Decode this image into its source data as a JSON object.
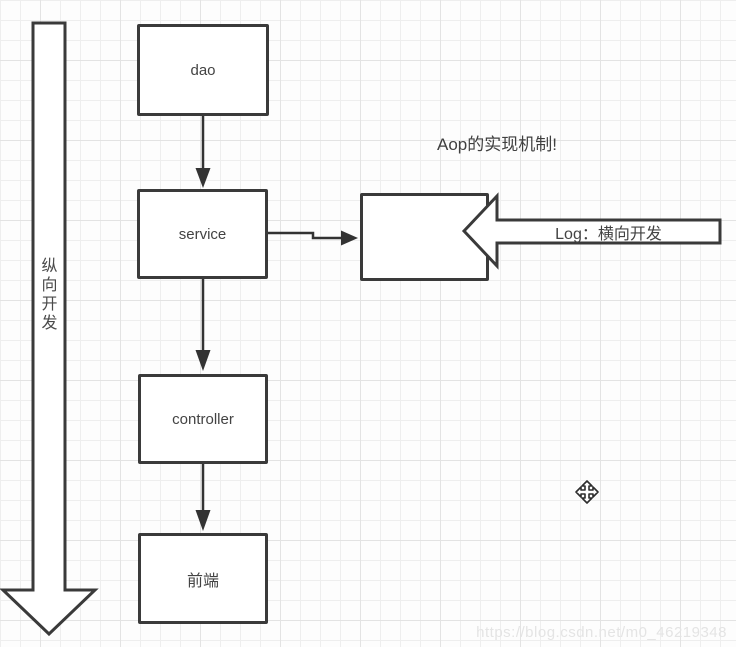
{
  "note": {
    "text": "Aop的实现机制!"
  },
  "nodes": [
    {
      "id": "dao",
      "label": "dao"
    },
    {
      "id": "service",
      "label": "service"
    },
    {
      "id": "controller",
      "label": "controller"
    },
    {
      "id": "frontend",
      "label": "前端"
    },
    {
      "id": "aop-target",
      "label": ""
    }
  ],
  "arrows": {
    "vertical_label": "纵向开发",
    "log_label": "Log：横向开发"
  },
  "watermark": {
    "text": "https://blog.csdn.net/m0_46219348"
  },
  "icons": {
    "cursor": "move-cursor-icon"
  },
  "colors": {
    "stroke": "#3a3a3a",
    "connector": "#333333",
    "text": "#434343",
    "canvas_bg": "#fdfdfd",
    "grid_minor": "#eeeeee",
    "grid_major": "#e3e3e3",
    "shape_fill": "#ffffff",
    "watermark": "#e4e4e4"
  }
}
